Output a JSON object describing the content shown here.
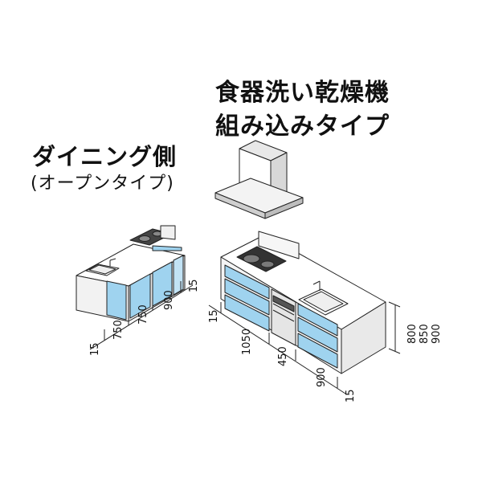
{
  "title_dishwasher": [
    "食器洗い乾燥機",
    "組み込みタイプ"
  ],
  "title_dining": [
    "ダイニング側",
    "(オープンタイプ)"
  ],
  "left_unit_dims": [
    "15",
    "750",
    "750",
    "900",
    "15"
  ],
  "right_unit_dims": {
    "front": [
      "15",
      "1050",
      "450",
      "900",
      "15"
    ],
    "heights": [
      "800",
      "850",
      "900"
    ]
  },
  "colors": {
    "door_blue": "#9fd3ef",
    "cabinet_body": "#f2f2f2",
    "worktop": "#ffffff",
    "line": "#222222"
  }
}
